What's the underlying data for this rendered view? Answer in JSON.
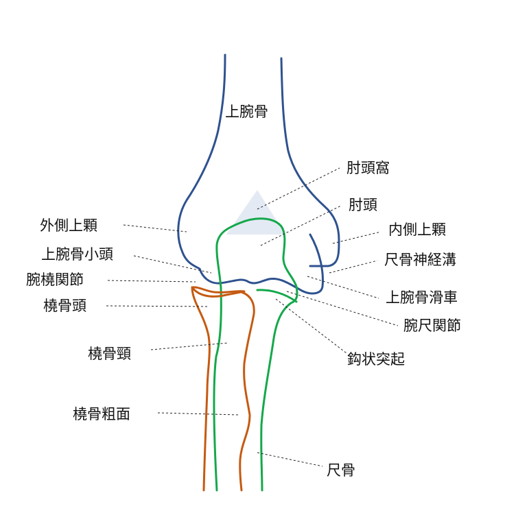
{
  "colors": {
    "humerus": "#2f528f",
    "ulna": "#14a84b",
    "radius": "#c55a11",
    "fossa": "#e4eaf4"
  },
  "labels": {
    "humerus": "上腕骨",
    "olecranon_fossa": "肘頭窩",
    "olecranon": "肘頭",
    "lateral_epicondyle": "外側上顆",
    "medial_epicondyle": "内側上顆",
    "capitulum": "上腕骨小頭",
    "ulnar_nerve_groove": "尺骨神経溝",
    "humeroradial_joint": "腕橈関節",
    "trochlea": "上腕骨滑車",
    "radial_head": "橈骨頭",
    "humeroulnar_joint": "腕尺関節",
    "coronoid_process": "鈎状突起",
    "radial_neck": "橈骨頸",
    "radial_tuberosity": "橈骨粗面",
    "ulna": "尺骨"
  }
}
